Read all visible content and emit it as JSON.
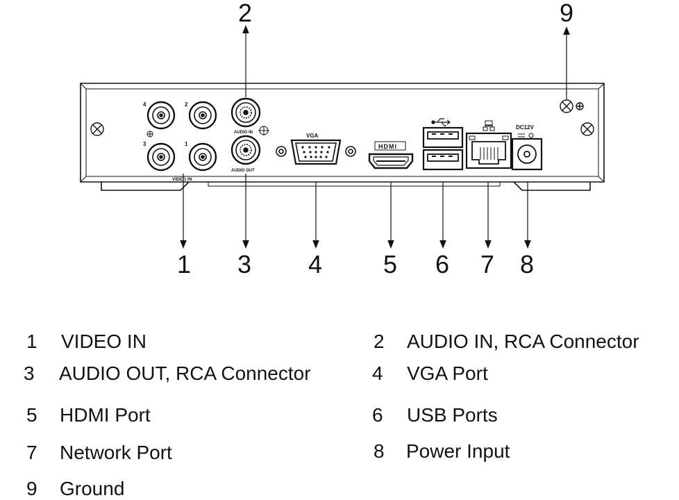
{
  "callouts": [
    "1",
    "2",
    "3",
    "4",
    "5",
    "6",
    "7",
    "8",
    "9"
  ],
  "panel_labels": {
    "video_in": "VIDEO IN",
    "audio_in": "AUDIO IN",
    "audio_out": "AUDIO OUT",
    "vga": "VGA",
    "hdmi": "HDMI",
    "dc12v": "DC12V",
    "bnc_nums": [
      "4",
      "2",
      "3",
      "1"
    ]
  },
  "legend": [
    {
      "num": "1",
      "label": "VIDEO IN"
    },
    {
      "num": "2",
      "label": "AUDIO IN, RCA Connector"
    },
    {
      "num": "3",
      "label": "AUDIO OUT, RCA Connector"
    },
    {
      "num": "4",
      "label": "VGA Port"
    },
    {
      "num": "5",
      "label": "HDMI Port"
    },
    {
      "num": "6",
      "label": "USB Ports"
    },
    {
      "num": "7",
      "label": "Network Port"
    },
    {
      "num": "8",
      "label": "Power Input"
    },
    {
      "num": "9",
      "label": "Ground"
    }
  ]
}
